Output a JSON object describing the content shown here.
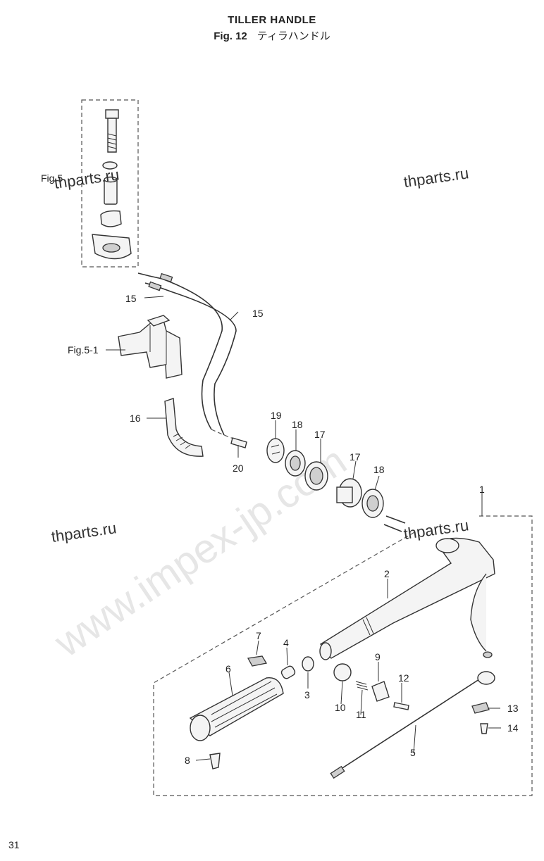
{
  "header": {
    "title": "TILLER HANDLE",
    "fig_prefix": "Fig. 12",
    "title_jp": "ティラハンドル"
  },
  "page_number": "31",
  "watermarks": {
    "site": "thparts.ru",
    "diagonal": "www.impex-jp.com"
  },
  "references": {
    "fig5": "Fig.5",
    "fig5_1": "Fig.5-1"
  },
  "callouts": {
    "p1": "1",
    "p2": "2",
    "p3": "3",
    "p4": "4",
    "p5": "5",
    "p6": "6",
    "p7": "7",
    "p8": "8",
    "p9": "9",
    "p10": "10",
    "p11": "11",
    "p12": "12",
    "p13": "13",
    "p14": "14",
    "p15a": "15",
    "p15b": "15",
    "p16": "16",
    "p17a": "17",
    "p17b": "17",
    "p18a": "18",
    "p18b": "18",
    "p19": "19",
    "p20": "20"
  }
}
